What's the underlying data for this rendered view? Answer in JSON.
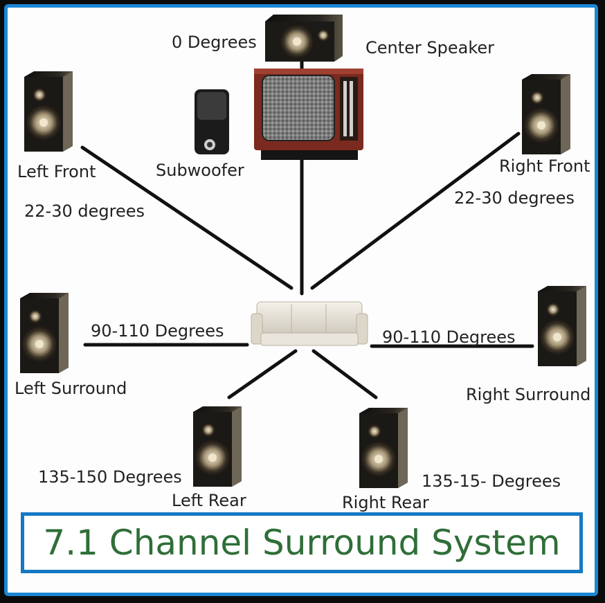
{
  "title": "7.1 Channel Surround System",
  "speakers": {
    "center": "Center Speaker",
    "subwoofer": "Subwoofer",
    "left_front": "Left Front",
    "right_front": "Right Front",
    "left_surround": "Left Surround",
    "right_surround": "Right Surround",
    "left_rear": "Left Rear",
    "right_rear": "Right Rear"
  },
  "angles": {
    "center": "0 Degrees",
    "left_front": "22-30 degrees",
    "right_front": "22-30 degrees",
    "left_surround": "90-110 Degrees",
    "right_surround": "90-110 Degrees",
    "left_rear": "135-150 Degrees",
    "right_rear": "135-15- Degrees"
  },
  "colors": {
    "frame_border": "#1a86d6",
    "title_border": "#1479c4",
    "title_text": "#2f6e38",
    "speaker_cabinet": "#1c1a17",
    "tv_cabinet": "#7a2a1e",
    "couch": "#e8e4da"
  },
  "icons": [
    "speaker-icon",
    "subwoofer-icon",
    "tv-icon",
    "couch-icon"
  ]
}
